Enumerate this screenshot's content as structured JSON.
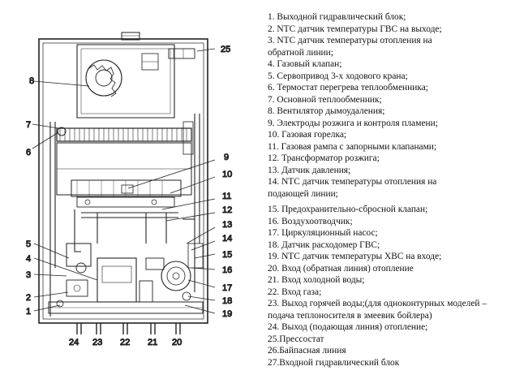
{
  "callouts": {
    "c1": "1",
    "c2": "2",
    "c3": "3",
    "c4": "4",
    "c5": "5",
    "c6": "6",
    "c7": "7",
    "c8": "8",
    "c9": "9",
    "c10": "10",
    "c11": "11",
    "c12": "12",
    "c13": "13",
    "c14": "14",
    "c15": "15",
    "c16": "16",
    "c17": "17",
    "c18": "18",
    "c19": "19",
    "c20": "20",
    "c21": "21",
    "c22": "22",
    "c23": "23",
    "c24": "24",
    "c25": "25"
  },
  "legend": [
    "1. Выходной гидравлический блок;",
    "2. NTC датчик температуры ГВС на выходе;",
    "3. NTC датчик температуры отопления на",
    "обратной линии;",
    "4. Газовый клапан;",
    "5. Сервопривод 3-х ходового крана;",
    "6. Термостат перегрева теплообменника;",
    "7. Основной теплообменник;",
    "8. Вентилятор дымоудаления;",
    "9. Электроды розжига и контроля пламени;",
    "10. Газовая горелка;",
    "11. Газовая рампа с запорными клапанами;",
    "12. Трансформатор розжига;",
    "13. Датчик давления;",
    "14. NTC датчик температуры отопления на",
    "подающей линии;",
    "15. Предохранительно-сбросной клапан;",
    "16. Воздухоотводчик;",
    "17. Циркуляционный насос;",
    "18. Датчик расходомер ГВС;",
    "19. NTC датчик температуры ХВС на входе;",
    "20. Вход (обратная линия) отопление",
    "21. Вход холодной воды;",
    "22. Вход газа;",
    "23. Выход горячей воды;(для одноконтурных моделей –",
    "подача теплоносителя в змеевик бойлера)",
    "24. Выход (подающая линия) отопление;",
    "25.Прессостат",
    "26.Байпасная линия",
    "27.Входной гидравлический блок"
  ]
}
